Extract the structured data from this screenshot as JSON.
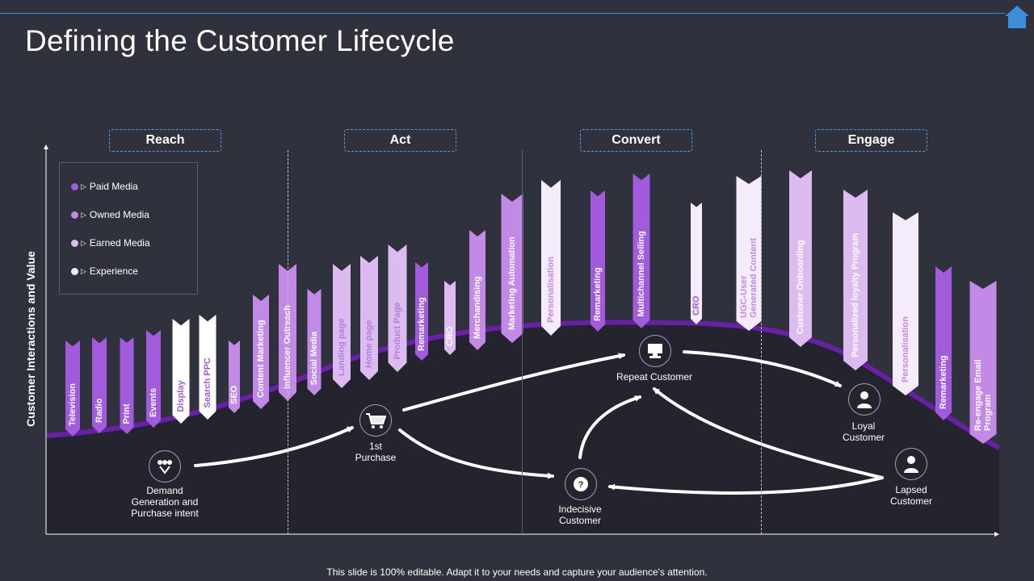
{
  "title": "Defining the Customer Lifecycle",
  "y_axis_label": "Customer Interactions and Value",
  "stages": [
    "Reach",
    "Act",
    "Convert",
    "Engage"
  ],
  "legend": [
    {
      "label": "Paid Media",
      "color": "#a25bdc"
    },
    {
      "label": "Owned Media",
      "color": "#c28ae6"
    },
    {
      "label": "Earned Media",
      "color": "#dcbcf0"
    },
    {
      "label": "Experience",
      "color": "#f4ecfb"
    }
  ],
  "touchpoints": [
    {
      "label": "Television",
      "color": "#a25bdc",
      "text": "#ffffff"
    },
    {
      "label": "Radio",
      "color": "#a25bdc",
      "text": "#ffffff"
    },
    {
      "label": "Print",
      "color": "#a25bdc",
      "text": "#ffffff"
    },
    {
      "label": "Events",
      "color": "#a25bdc",
      "text": "#ffffff"
    },
    {
      "label": "Display",
      "color": "#ffffff",
      "text": "#a25bdc"
    },
    {
      "label": "Search PPC",
      "color": "#ffffff",
      "text": "#a25bdc"
    },
    {
      "label": "SEO",
      "color": "#c28ae6",
      "text": "#ffffff"
    },
    {
      "label": "Content Marketing",
      "color": "#c28ae6",
      "text": "#ffffff"
    },
    {
      "label": "Influencer Outreach",
      "color": "#c28ae6",
      "text": "#ffffff"
    },
    {
      "label": "Social Media",
      "color": "#c28ae6",
      "text": "#ffffff"
    },
    {
      "label": "Landing page",
      "color": "#dcbcf0",
      "text": "#b47fde"
    },
    {
      "label": "Home page",
      "color": "#dcbcf0",
      "text": "#b47fde"
    },
    {
      "label": "Product Page",
      "color": "#dcbcf0",
      "text": "#b47fde"
    },
    {
      "label": "Remarketing",
      "color": "#a25bdc",
      "text": "#ffffff"
    },
    {
      "label": "CRO",
      "color": "#dcbcf0",
      "text": "#ffffff"
    },
    {
      "label": "Merchandising",
      "color": "#c28ae6",
      "text": "#ffffff"
    },
    {
      "label": "Marketing Automation",
      "color": "#c28ae6",
      "text": "#ffffff"
    },
    {
      "label": "Personalisation",
      "color": "#f4ecfb",
      "text": "#c28ae6"
    },
    {
      "label": "Remarketing",
      "color": "#a25bdc",
      "text": "#ffffff"
    },
    {
      "label": "Multichannel  Selling",
      "color": "#a25bdc",
      "text": "#ffffff"
    },
    {
      "label": "CRO",
      "color": "#f4ecfb",
      "text": "#a25bdc"
    },
    {
      "label": "UGC-User Generated Content",
      "color": "#f4ecfb",
      "text": "#c28ae6"
    },
    {
      "label": "Customer Onboarding",
      "color": "#dcbcf0",
      "text": "#ffffff"
    },
    {
      "label": "Personalized loyalty  Program",
      "color": "#dcbcf0",
      "text": "#ffffff"
    },
    {
      "label": "Personalisation",
      "color": "#f4ecfb",
      "text": "#c28ae6"
    },
    {
      "label": "Remarketing",
      "color": "#a25bdc",
      "text": "#ffffff"
    },
    {
      "label": "Re-engage Email Program",
      "color": "#c28ae6",
      "text": "#ffffff"
    }
  ],
  "nodes": {
    "demand": "Demand\nGeneration and\nPurchase intent",
    "first_purchase": "1st\nPurchase",
    "indecisive": "Indecisive\nCustomer",
    "repeat": "Repeat Customer",
    "loyal": "Loyal\nCustomer",
    "lapsed": "Lapsed\nCustomer"
  },
  "footer": "This slide is 100% editable. Adapt it to your needs and capture your audience's attention."
}
